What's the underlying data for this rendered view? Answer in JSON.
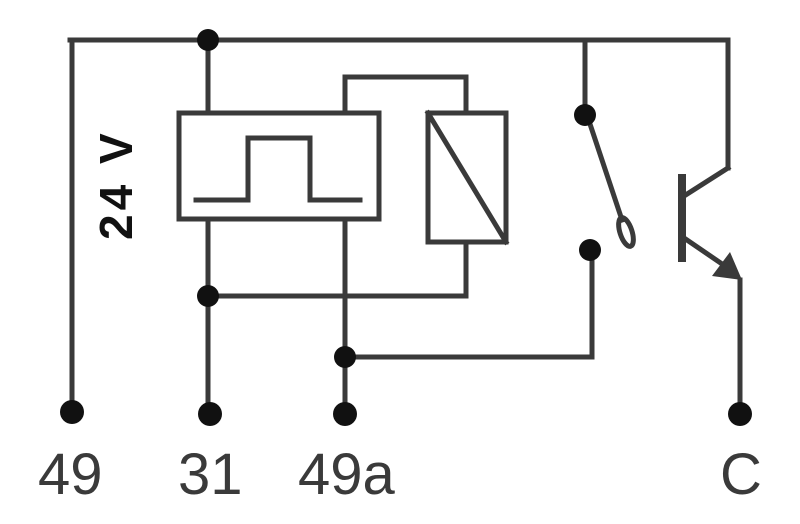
{
  "colors": {
    "wire": "#3a3a3a",
    "node": "#111111",
    "background": "#ffffff"
  },
  "voltage_label": "24 V",
  "terminals": [
    {
      "id": "49",
      "label": "49"
    },
    {
      "id": "31",
      "label": "31"
    },
    {
      "id": "49a",
      "label": "49a"
    },
    {
      "id": "C",
      "label": "C"
    }
  ],
  "components": [
    {
      "name": "pulse-generator-icon"
    },
    {
      "name": "relay-coil-icon"
    },
    {
      "name": "switch-contact-icon"
    },
    {
      "name": "transistor-icon"
    }
  ]
}
